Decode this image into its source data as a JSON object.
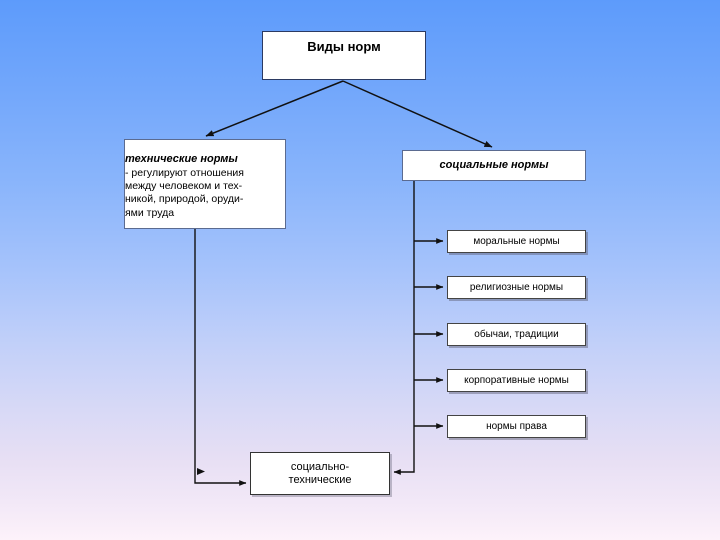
{
  "slide": {
    "title": "Виды норм",
    "background": {
      "top_color": "#5d9bfb",
      "bottom_color": "#fdf2fa"
    }
  },
  "root": {
    "label": "Виды норм"
  },
  "branches": {
    "technical": {
      "heading": "технические нормы",
      "line1": "- регулируют отношения",
      "line2": "между человеком и тех-",
      "line3": "никой, природой, оруди-",
      "line4": "ями труда"
    },
    "social": {
      "heading": "социальные нормы",
      "items": [
        {
          "label": "моральные нормы"
        },
        {
          "label": "религиозные нормы"
        },
        {
          "label": "обычаи, традиции"
        },
        {
          "label": "корпоративные нормы"
        },
        {
          "label": "нормы права"
        }
      ]
    }
  },
  "bottom": {
    "line1": "социально-",
    "line2": "технические"
  },
  "colors": {
    "box_fill": "#ffffff",
    "box_border": "#2b3a62",
    "sub_border": "#444444",
    "connector": "#1a1a1a"
  }
}
